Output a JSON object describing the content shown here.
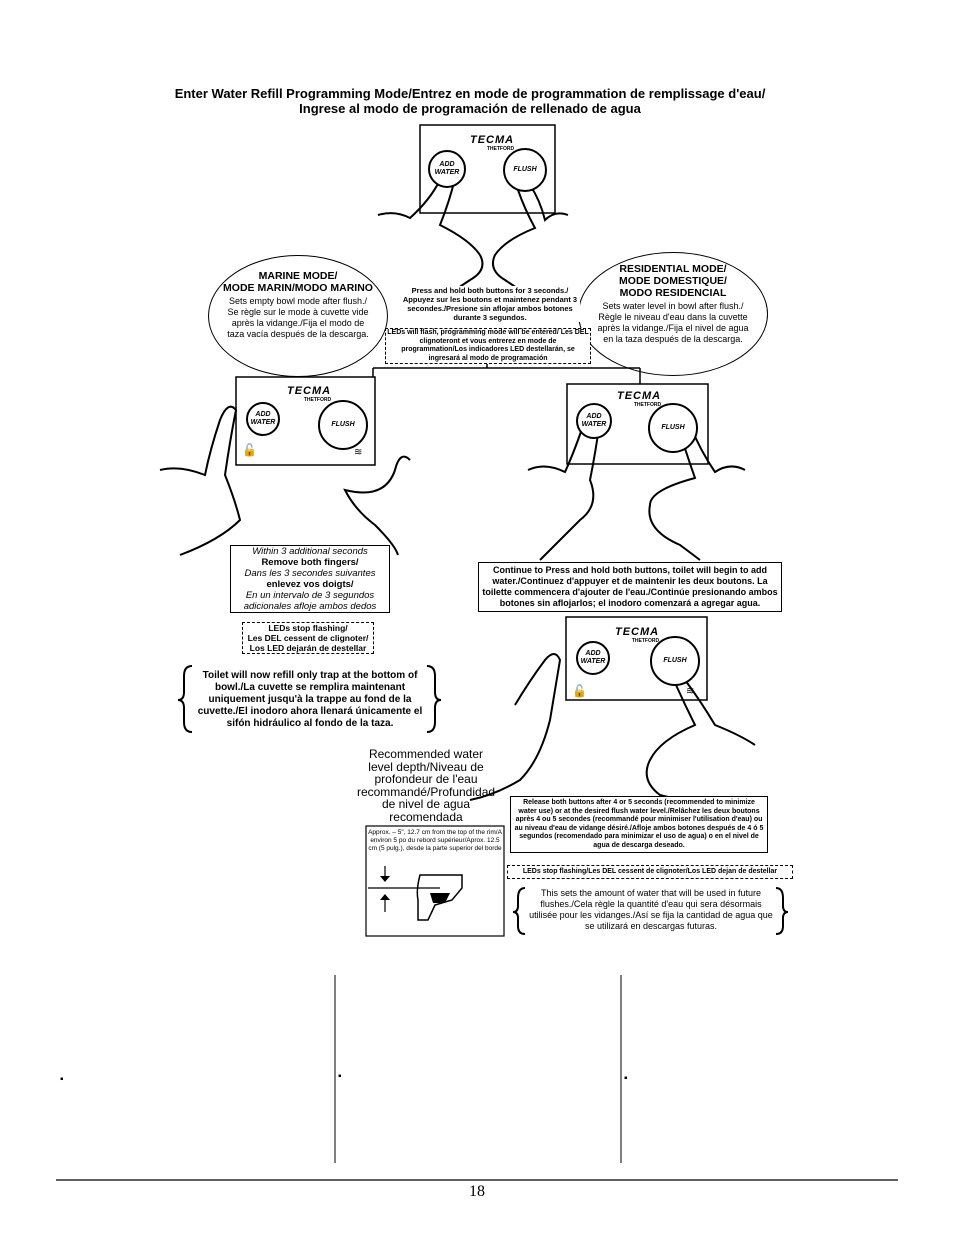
{
  "title": {
    "line1": "Enter Water Refill Programming Mode/Entrez en mode de programmation de remplissage d'eau/",
    "line2": "Ingrese al modo de programación de rellenado de agua"
  },
  "panel": {
    "brand": "TECMA",
    "brand_sub": "THETFORD",
    "add_water_line1": "ADD",
    "add_water_line2": "WATER",
    "flush_label": "FLUSH"
  },
  "marine": {
    "title1": "MARINE MODE/",
    "title2": "MODE MARIN/MODO MARINO",
    "desc": "Sets empty bowl mode after flush./ Se règle sur le mode à cuvette vide après la vidange./Fija el modo de taza vacía después de la descarga."
  },
  "residential": {
    "title1": "RESIDENTIAL MODE/",
    "title2": "MODE DOMESTIQUE/",
    "title3": "MODO RESIDENCIAL",
    "desc": "Sets water level in bowl after flush./ Règle le niveau d'eau dans la cuvette après la vidange./Fija el nivel de agua en la taza después de la descarga."
  },
  "press_hold": "Press and hold both buttons for 3 seconds./ Appuyez sur les boutons et maintenez pendant 3 secondes./Presione sin aflojar ambos botones durante 3 segundos.",
  "leds_flash": "LEDs will flash, programming mode will be entered/ Les DEL clignoteront et vous entrerez en mode de programmation/Los indicadores LED destellarán, se ingresará al modo de programación",
  "within3": {
    "l1": "Within 3 additional seconds",
    "l2": "Remove both fingers/",
    "l3": "Dans les 3 secondes suivantes",
    "l4": "enlevez vos doigts/",
    "l5": "En un intervalo de 3 segundos",
    "l6": "adicionales afloje ambos dedos"
  },
  "leds_stop_left": {
    "l1": "LEDs stop flashing/",
    "l2": "Les DEL cessent de clignoter/",
    "l3": "Los LED dejarán de destellar"
  },
  "refill_trap": "Toilet will now refill only trap at the bottom of bowl./La cuvette se remplira maintenant uniquement jusqu'à la trappe au fond de la cuvette./El inodoro ahora llenará únicamente el sifón hidráulico al fondo de la taza.",
  "continue_press": "Continue to Press and hold both buttons, toilet will begin to add water./Continuez d'appuyer et de maintenir les deux boutons. La toilette commencera d'ajouter de l'eau./Continúe presionando ambos botones sin aflojarlos; el inodoro comenzará a agregar agua.",
  "recommended": {
    "l1": "Recommended water",
    "l2": "level depth/Niveau de",
    "l3": "profondeur de l'eau",
    "l4": "recommandé/Profundidad",
    "l5": "de nivel de agua",
    "l6": "recomendada"
  },
  "approx": "Approx. – 5\", 12.7 cm from the top of the rim/A environ 5 po du rebord supérieur/Aprox. 12.5 cm (5 pulg.), desde la parte superior del borde",
  "release": "Release both buttons after 4 or 5 seconds (recommended to minimize water use) or at the desired flush water level./Relâchez les deux boutons après 4 ou 5 secondes (recommandé pour minimiser l'utilisation d'eau) ou au niveau d'eau de vidange désiré./Afloje ambos botones después de 4 ó 5 segundos (recomendado para minimizar el uso de agua) o en el nivel de agua de descarga deseado.",
  "leds_stop_right": "LEDs stop flashing/Les DEL cessent de clignoter/Los LED dejan de destellar",
  "sets_amount": "This sets the amount of water that will be used in future flushes./Cela règle la quantité d'eau qui sera désormais utilisée pour les vidanges./Así se fija la cantidad de agua que se utilizará en descargas futuras.",
  "bullets": [
    "▪",
    "▪",
    "▪"
  ],
  "page_number": "18"
}
